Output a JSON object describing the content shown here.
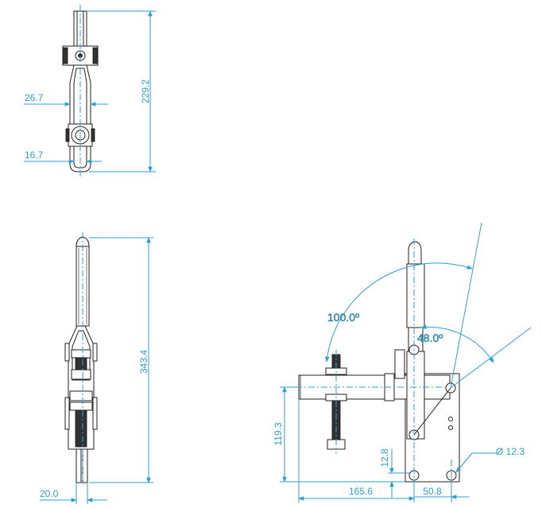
{
  "dimensions": {
    "top_width_a": "26.7",
    "top_width_b": "16.7",
    "top_height": "229.2",
    "side_height": "343.4",
    "side_width": "20.0",
    "front_height": "119.3",
    "front_base_height": "12.8",
    "front_reach": "165.6",
    "front_base": "50.8",
    "hole_dia": "Ø 12.3",
    "angle_open": "100.0º",
    "angle_handle": "48.0º"
  },
  "colors": {
    "dimension": "#2a9fd8",
    "outline": "#222222",
    "background": "#ffffff"
  }
}
